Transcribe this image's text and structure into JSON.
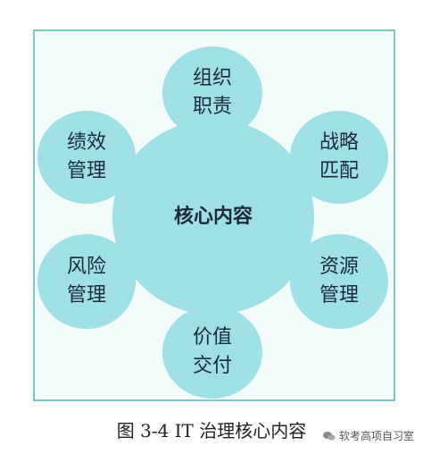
{
  "diagram": {
    "center": "核心内容",
    "nodes": {
      "top": "组织\n职责",
      "upper_left": "绩效\n管理",
      "upper_right": "战略\n匹配",
      "lower_left": "风险\n管理",
      "lower_right": "资源\n管理",
      "bottom": "价值\n交付"
    }
  },
  "caption": "图 3-4    IT 治理核心内容",
  "watermark": {
    "text": "软考高项自习室",
    "icon": "wechat-icon"
  },
  "colors": {
    "bubble": "#9ee0e5",
    "frame_border": "#7cc6c9",
    "text": "#1a2a3a"
  }
}
